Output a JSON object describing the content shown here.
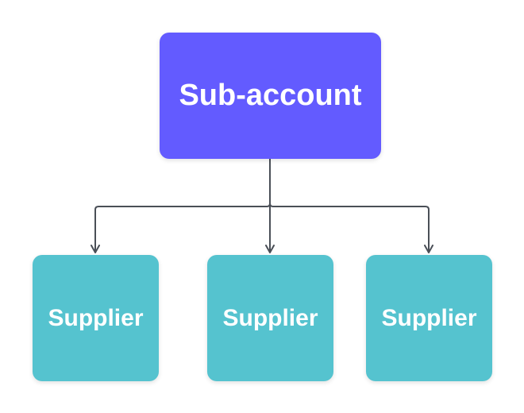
{
  "colors": {
    "root_fill": "#635bff",
    "child_fill": "#55c3cf",
    "connector": "#4a4f57",
    "text": "#ffffff"
  },
  "root": {
    "label": "Sub-account"
  },
  "children": [
    {
      "label": "Supplier"
    },
    {
      "label": "Supplier"
    },
    {
      "label": "Supplier"
    }
  ]
}
